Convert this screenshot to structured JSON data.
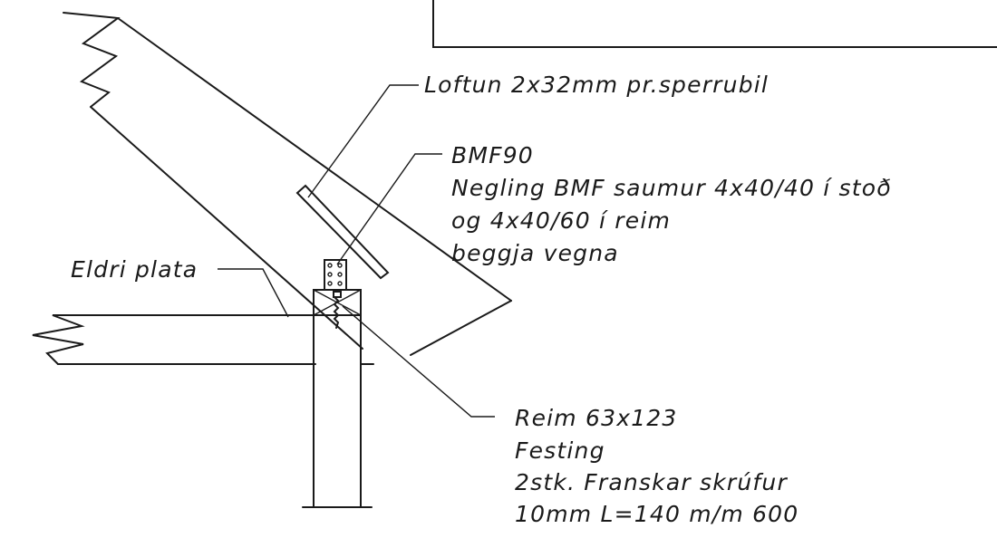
{
  "labels": {
    "loftun": "Loftun 2x32mm pr.sperrubil",
    "bmf_title": "BMF90",
    "bmf_line1": "Negling BMF saumur 4x40/40 í stoð",
    "bmf_line2": "og 4x40/60 í reim",
    "bmf_line3": "beggja vegna",
    "eldri_plata": "Eldri plata",
    "reim_title": "Reim 63x123",
    "reim_line1": "Festing",
    "reim_line2": "2stk. Franskar skrúfur",
    "reim_line3": "10mm L=140 m/m 600"
  }
}
